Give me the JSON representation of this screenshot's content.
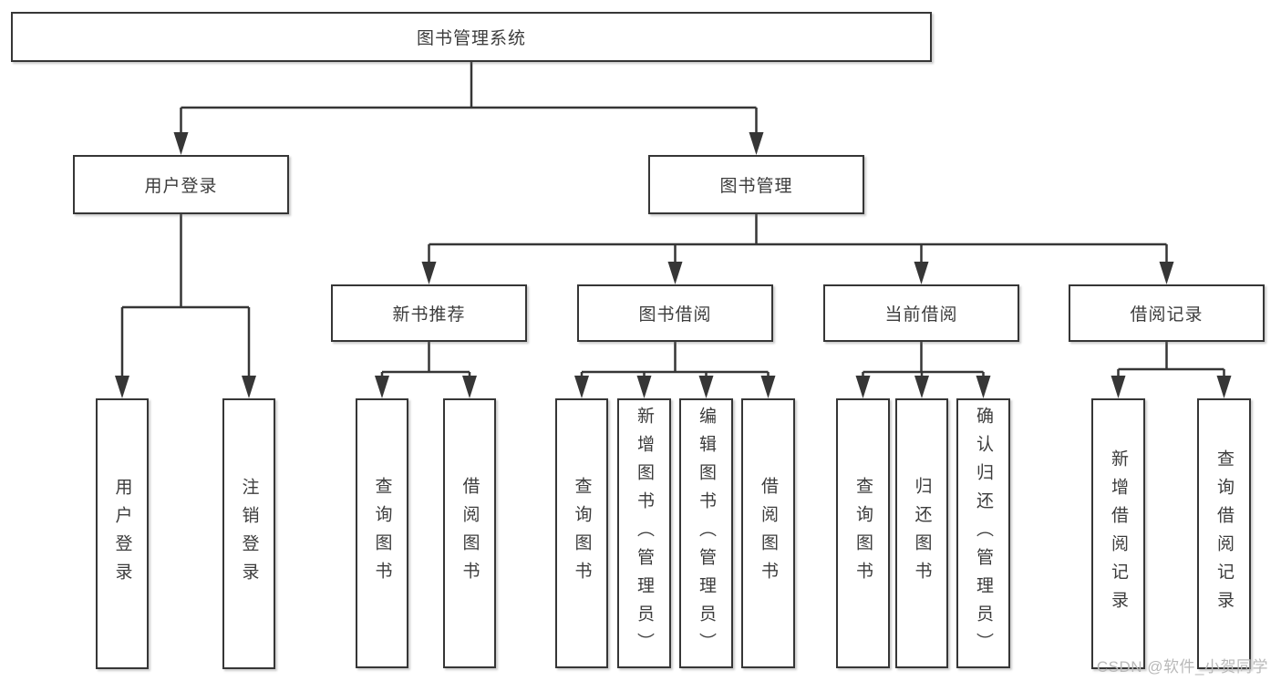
{
  "diagram": {
    "root": "图书管理系统",
    "level2": {
      "user_login": {
        "label": "用户登录",
        "children": [
          "用户登录",
          "注销登录"
        ]
      },
      "book_mgmt": {
        "label": "图书管理"
      }
    },
    "level3": {
      "new_books": {
        "label": "新书推荐",
        "children": [
          "查询图书",
          "借阅图书"
        ]
      },
      "borrowing": {
        "label": "图书借阅",
        "children": [
          "查询图书",
          "新增图书（管理员）",
          "编辑图书（管理员）",
          "借阅图书"
        ]
      },
      "current": {
        "label": "当前借阅",
        "children": [
          "查询图书",
          "归还图书",
          "确认归还（管理员）"
        ]
      },
      "records": {
        "label": "借阅记录",
        "children": [
          "新增借阅记录",
          "查询借阅记录"
        ]
      }
    },
    "colors": {
      "line": "#363636",
      "text": "#3c3c3c",
      "background": "#ffffff",
      "watermark": "#b9b9b9"
    }
  },
  "watermark": "CSDN @软件_小贺同学"
}
